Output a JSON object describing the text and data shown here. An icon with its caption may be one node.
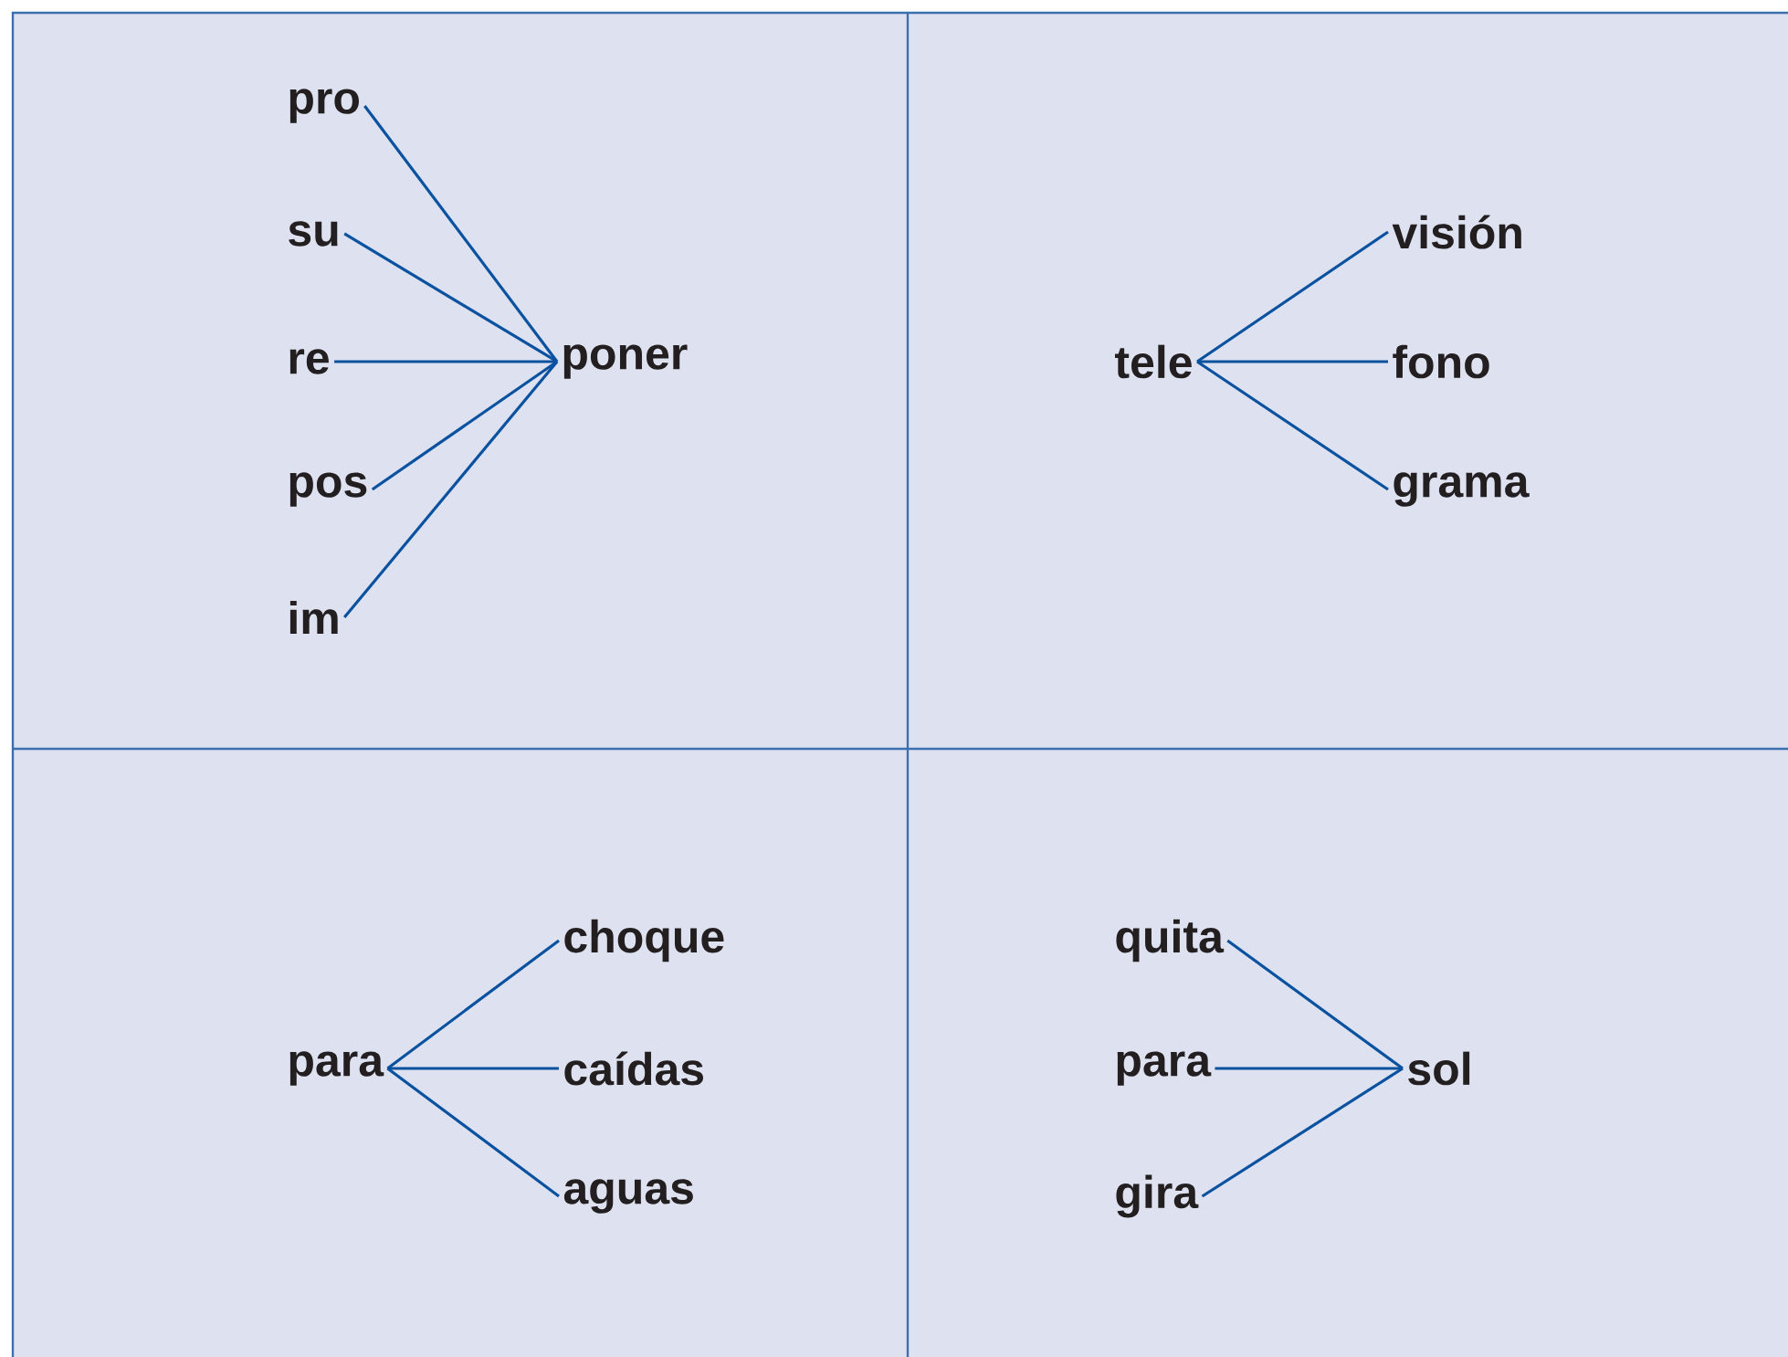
{
  "diagram": {
    "nodes": [
      {
        "text": [
          "pro"
        ]
      },
      {
        "text": [
          "su"
        ]
      },
      {
        "text": [
          "re"
        ]
      },
      {
        "text": [
          "pos"
        ]
      },
      {
        "text": [
          "im"
        ]
      },
      {
        "text": [
          "poner"
        ]
      },
      {
        "text": [
          "tele"
        ]
      },
      {
        "text": [
          "visión"
        ]
      },
      {
        "text": [
          "fono"
        ]
      },
      {
        "text": [
          "grama"
        ]
      },
      {
        "text": [
          "para"
        ]
      },
      {
        "text": [
          "choque"
        ]
      },
      {
        "text": [
          "caídas"
        ]
      },
      {
        "text": [
          "aguas"
        ]
      },
      {
        "text": [
          "quita"
        ]
      },
      {
        "text": [
          "para"
        ]
      },
      {
        "text": [
          "gira"
        ]
      },
      {
        "text": [
          "sol"
        ]
      }
    ],
    "edges": [
      {
        "from": 0,
        "to": 5,
        "arrow": "none"
      },
      {
        "from": 1,
        "to": 5,
        "arrow": "none"
      },
      {
        "from": 2,
        "to": 5,
        "arrow": "none"
      },
      {
        "from": 3,
        "to": 5,
        "arrow": "none"
      },
      {
        "from": 4,
        "to": 5,
        "arrow": "none"
      },
      {
        "from": 6,
        "to": 7,
        "arrow": "none"
      },
      {
        "from": 6,
        "to": 8,
        "arrow": "none"
      },
      {
        "from": 6,
        "to": 9,
        "arrow": "none"
      },
      {
        "from": 10,
        "to": 11,
        "arrow": "none"
      },
      {
        "from": 10,
        "to": 12,
        "arrow": "none"
      },
      {
        "from": 10,
        "to": 13,
        "arrow": "none"
      },
      {
        "from": 14,
        "to": 17,
        "arrow": "none"
      },
      {
        "from": 15,
        "to": 17,
        "arrow": "none"
      },
      {
        "from": 16,
        "to": 17,
        "arrow": "none"
      }
    ]
  }
}
